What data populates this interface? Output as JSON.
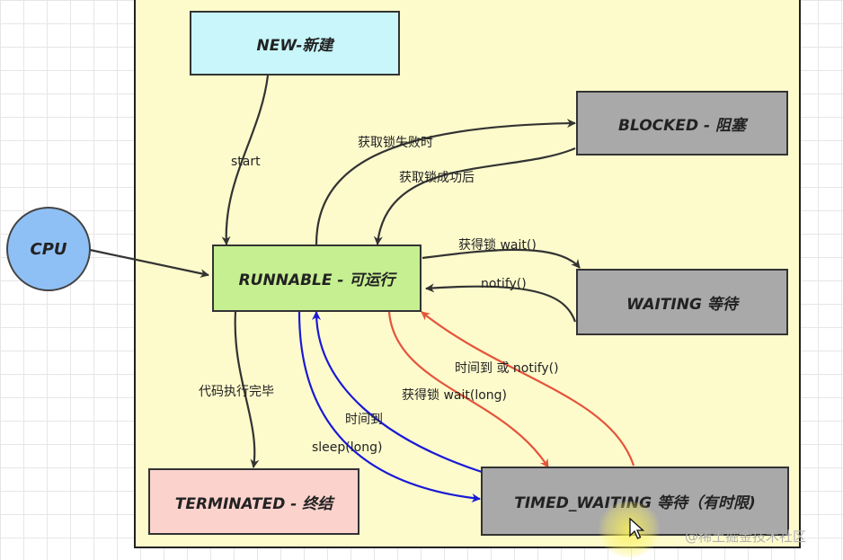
{
  "states": {
    "new": {
      "label": "NEW-新建",
      "color": "#c8f6fa"
    },
    "runnable": {
      "label": "RUNNABLE - 可运行",
      "color": "#c6ef91"
    },
    "blocked": {
      "label": "BLOCKED - 阻塞",
      "color": "#a9a9a9"
    },
    "waiting": {
      "label": "WAITING 等待",
      "color": "#a9a9a9"
    },
    "timed_waiting": {
      "label": "TIMED_WAITING 等待（有时限)",
      "color": "#a9a9a9"
    },
    "terminated": {
      "label": "TERMINATED - 终结",
      "color": "#fcd2cd"
    }
  },
  "cpu": {
    "label": "CPU",
    "color": "#8fc0f5"
  },
  "transitions": {
    "start": "start",
    "lock_fail": "获取锁失败时",
    "lock_success": "获取锁成功后",
    "wait": "获得锁 wait()",
    "notify": "notify()",
    "done": "代码执行完毕",
    "timeout_or_notify": "时间到 或 notify()",
    "wait_long": "获得锁 wait(long)",
    "time_up": "时间到",
    "sleep": "sleep(long)"
  },
  "colors": {
    "black_arrow": "#333333",
    "blue_arrow": "#1a1ad6",
    "red_arrow": "#e5543c"
  },
  "watermark": "@稀土掘金技术社区"
}
